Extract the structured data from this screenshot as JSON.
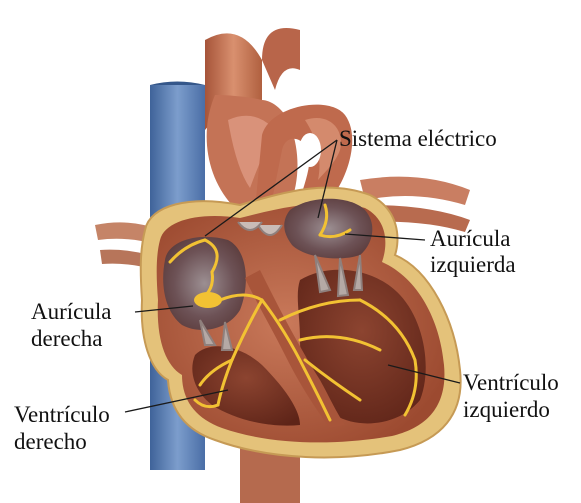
{
  "labels": {
    "electrical_system": "Sistema eléctrico",
    "right_atrium_line1": "Aurícula",
    "right_atrium_line2": "derecha",
    "left_atrium_line1": "Aurícula",
    "left_atrium_line2": "izquierda",
    "left_ventricle_line1": "Ventrículo",
    "left_ventricle_line2": "izquierdo",
    "right_ventricle_line1": "Ventrículo",
    "right_ventricle_line2": "derecho"
  },
  "colors": {
    "vein_blue": "#5a7fb3",
    "artery_red": "#c06d4e",
    "muscle": "#b8603f",
    "chamber_dark": "#7a3524",
    "fat_yellow": "#e9cf86",
    "conduction_yellow": "#f2c233",
    "valve_grey": "#9b8f8c"
  }
}
